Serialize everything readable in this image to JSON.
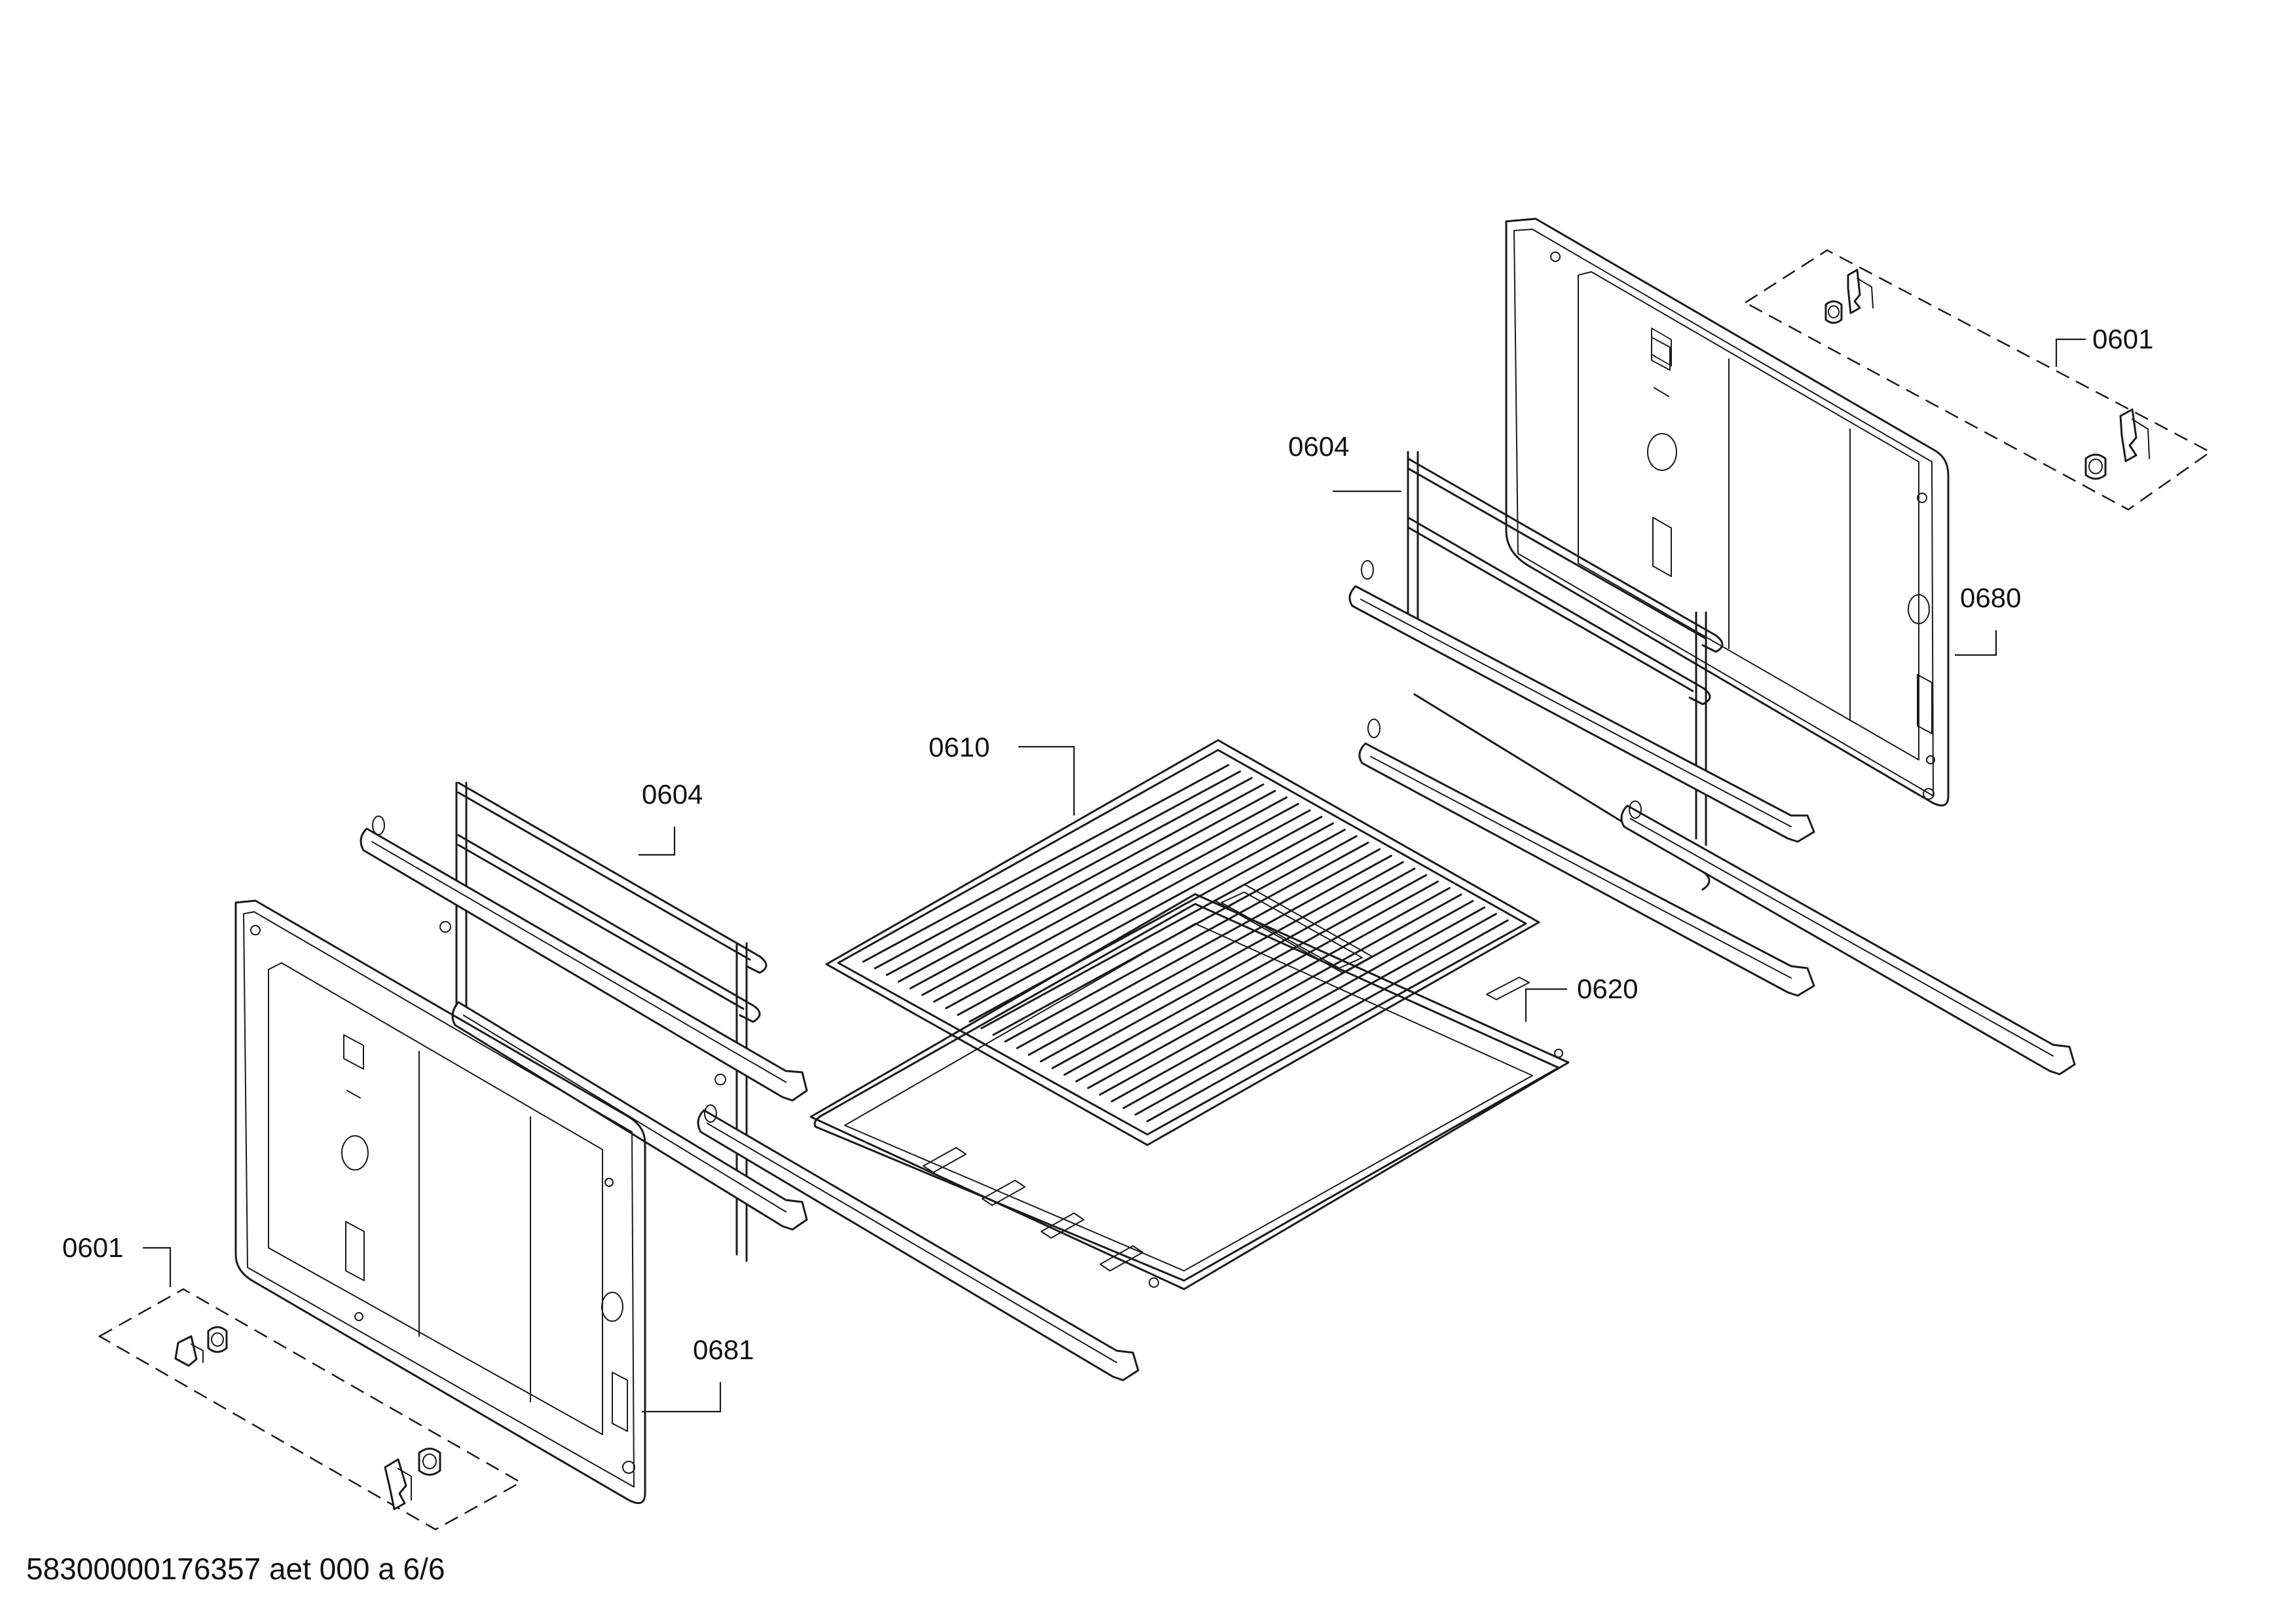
{
  "diagram": {
    "footer": "58300000176357 aet 000 a 6/6",
    "callouts": {
      "top_right_clips": "0601",
      "right_rail": "0604",
      "right_panel": "0680",
      "rack": "0610",
      "tray": "0620",
      "left_rail": "0604",
      "left_clips": "0601",
      "left_panel": "0681"
    }
  }
}
